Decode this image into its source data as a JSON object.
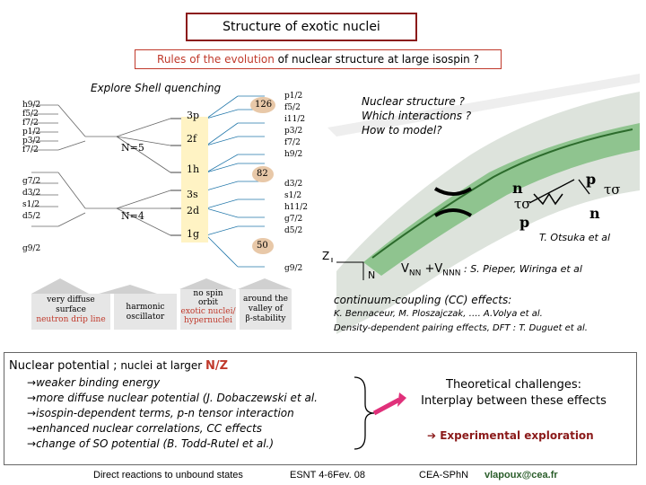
{
  "header": {
    "title": "Structure of exotic nuclei",
    "rules_pre": "Rules of the evolution",
    "rules_post": " of nuclear structure at large isospin ?"
  },
  "diagram": {
    "explore": "Explore Shell quenching",
    "question1": "Nuclear structure ?",
    "question2": "Which interactions ?",
    "question3": "How to model?",
    "left_levels": [
      "h9/2",
      "f5/2",
      "f7/2",
      "p1/2",
      "p3/2",
      "f7/2",
      "g7/2",
      "d3/2",
      "s1/2",
      "d5/2",
      "g9/2"
    ],
    "right_levels": [
      "p1/2",
      "f5/2",
      "i11/2",
      "p3/2",
      "f7/2",
      "h9/2",
      "d3/2",
      "s1/2",
      "h11/2",
      "g7/2",
      "d5/2",
      "g9/2"
    ],
    "mid_levels": [
      "3p",
      "2f",
      "1h",
      "3s",
      "2d",
      "1g"
    ],
    "shell_labels": [
      "N=5",
      "N=4"
    ],
    "magic_numbers": [
      "126",
      "82",
      "50"
    ],
    "caption_boxes": [
      {
        "line1": "very diffuse",
        "line2": "surface",
        "line3": "neutron drip line"
      },
      {
        "line1": "harmonic",
        "line2": "oscillator",
        "line3": ""
      },
      {
        "line1": "no spin",
        "line2": "orbit",
        "line3": "exotic nuclei/ hypernuclei"
      },
      {
        "line1": "around the",
        "line2": "valley of",
        "line3": "β-stability"
      }
    ],
    "axis_z": "Z",
    "axis_n": "N",
    "n_label": "n",
    "p_label": "p",
    "tau_sigma": "τσ",
    "otsuka": "T. Otsuka et al",
    "vnn_line": "V",
    "vnn_sub1": "NN",
    "vnn_plus": " +V",
    "vnn_sub2": "NNN",
    "vnn_rest": " : S. Pieper, Wiringa et al",
    "continuum": "continuum-coupling (CC) effects:",
    "authors1": "K. Bennaceur, M. Ploszajczak, …. A.Volya et al.",
    "authors2": "Density-dependent pairing effects, DFT : T. Duguet et al."
  },
  "potential": {
    "title_pre": "Nuclear potential ;",
    "title_mid": " nuclei at larger ",
    "title_nz": "N/Z",
    "items": [
      "weaker binding energy",
      "more diffuse nuclear potential (J. Dobaczewski et al.",
      "isospin-dependent terms, p-n tensor interaction",
      "enhanced nuclear correlations, CC effects",
      "change of SO potential (B. Todd-Rutel  et al.)"
    ],
    "theory1": "Theoretical challenges:",
    "theory2": "Interplay between these effects",
    "exp": "Experimental exploration"
  },
  "footer": {
    "left": "Direct reactions to unbound states",
    "center": "ESNT 4-6Fev. 08",
    "org": "CEA-SPhN",
    "email": "vlapoux@cea.fr"
  },
  "colors": {
    "accent": "#c0392b",
    "arrow": "#e0307a",
    "border": "#8b1a1a"
  }
}
